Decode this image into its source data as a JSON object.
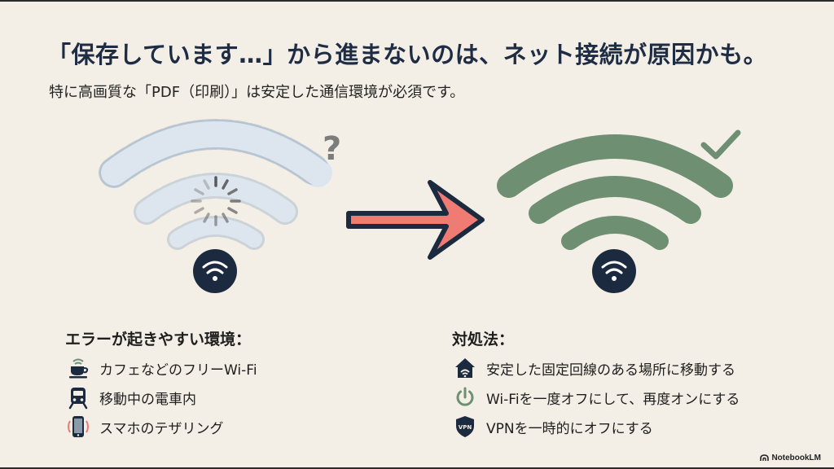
{
  "header": {
    "title": "「保存しています…」から進まないのは、ネット接続が原因かも。",
    "subtitle": "特に高画質な「PDF（印刷）」は安定した通信環境が必須です。"
  },
  "illustration": {
    "left_symbol": "?",
    "left_state": "unstable-wifi",
    "right_state": "stable-wifi",
    "colors": {
      "unstable": "#dde6ee",
      "stable": "#6f8f72",
      "arrow": "#ef7b72",
      "navy": "#1c2a40"
    }
  },
  "left_section": {
    "title": "エラーが起きやすい環境：",
    "items": [
      {
        "icon": "cafe-wifi-icon",
        "label": "カフェなどのフリーWi-Fi"
      },
      {
        "icon": "train-icon",
        "label": "移動中の電車内"
      },
      {
        "icon": "smartphone-tethering-icon",
        "label": "スマホのテザリング"
      }
    ]
  },
  "right_section": {
    "title": "対処法：",
    "items": [
      {
        "icon": "home-wifi-icon",
        "label": "安定した固定回線のある場所に移動する"
      },
      {
        "icon": "power-icon",
        "label": "Wi-Fiを一度オフにして、再度オンにする"
      },
      {
        "icon": "vpn-shield-icon",
        "label": "VPNを一時的にオフにする",
        "badge": "VPN"
      }
    ]
  },
  "brand": {
    "label": "NotebookLM"
  }
}
